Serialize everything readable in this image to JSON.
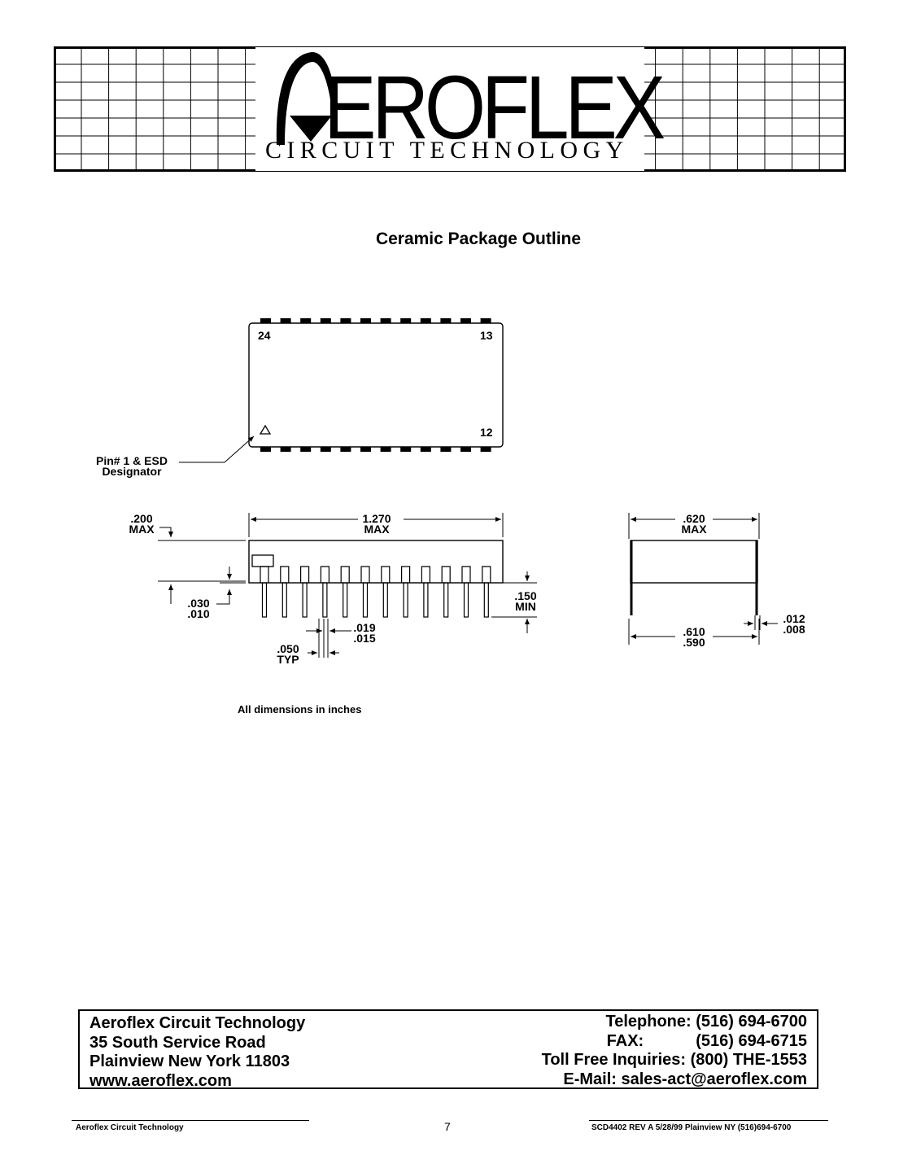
{
  "header": {
    "logo_word": "EROFLEX",
    "logo_subtitle": "CIRCUIT TECHNOLOGY"
  },
  "title": "Ceramic Package Outline",
  "diagram": {
    "top_view": {
      "pin_top_left": "24",
      "pin_top_right": "13",
      "pin_bottom_right": "12",
      "pin1_label_line1": "Pin# 1 & ESD",
      "pin1_label_line2": "Designator"
    },
    "side_view": {
      "height_max_value": ".200",
      "height_max_unit": "MAX",
      "length_value": "1.270",
      "length_unit": "MAX",
      "standoff_max": ".030",
      "standoff_min": ".010",
      "lead_length_value": ".150",
      "lead_length_unit": "MIN",
      "lead_width_max": ".019",
      "lead_width_min": ".015",
      "pitch_value": ".050",
      "pitch_unit": "TYP"
    },
    "end_view": {
      "width_value": ".620",
      "width_unit": "MAX",
      "row_spacing_max": ".610",
      "row_spacing_min": ".590",
      "lead_thickness_max": ".012",
      "lead_thickness_min": ".008"
    },
    "note": "All dimensions in inches"
  },
  "contact": {
    "company": "Aeroflex Circuit Technology",
    "address1": "35 South Service Road",
    "address2": "Plainview New York 11803",
    "website": "www.aeroflex.com",
    "telephone": "Telephone: (516) 694-6700",
    "fax_label": "FAX:",
    "fax_number": "(516)  694-6715",
    "toll_free": "Toll Free Inquiries: (800) THE-1553",
    "email": "E-Mail: sales-act@aeroflex.com"
  },
  "footer": {
    "left": "Aeroflex Circuit Technology",
    "page_number": "7",
    "right": "SCD4402 REV A  5/28/99   Plainview NY (516)694-6700"
  }
}
